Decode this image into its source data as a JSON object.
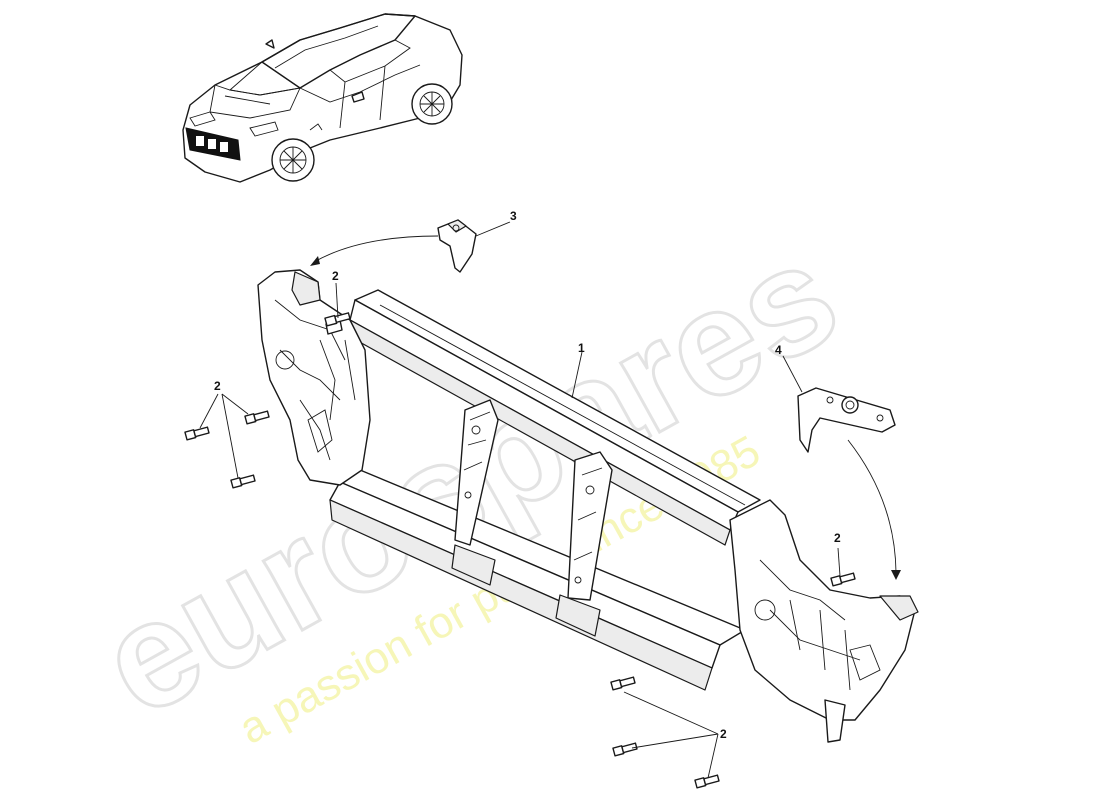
{
  "watermark": {
    "brand_text": "eurospares",
    "tagline": "a passion for parts since 1985"
  },
  "callouts": {
    "part_1": "1",
    "part_2_top": "2",
    "part_2_left": "2",
    "part_2_right": "2",
    "part_2_bottom": "2",
    "part_3": "3",
    "part_4": "4"
  },
  "colors": {
    "line": "#1a1a1a",
    "watermark_outline": "#e3e3e3",
    "watermark_tagline": "#f3f3a0",
    "highlight": "#111111"
  }
}
